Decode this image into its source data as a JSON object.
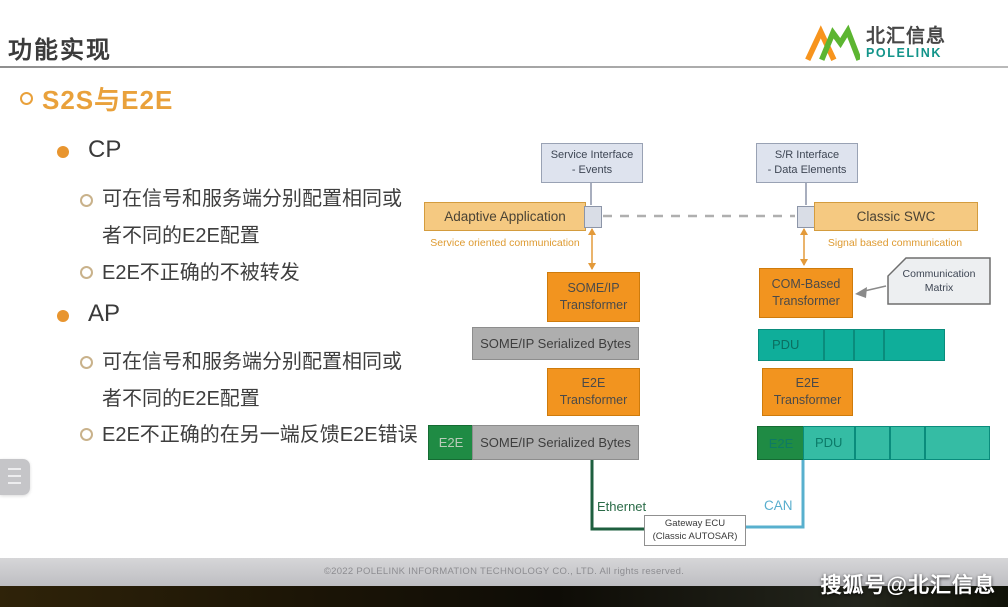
{
  "header": {
    "title": "功能实现",
    "logo_cn": "北汇信息",
    "logo_en": "POLELINK"
  },
  "content": {
    "heading": "S2S与E2E",
    "groups": [
      {
        "label": "CP",
        "items": [
          "可在信号和服务端分别配置相同或\n者不同的E2E配置",
          "E2E不正确的不被转发"
        ]
      },
      {
        "label": "AP",
        "items": [
          "可在信号和服务端分别配置相同或\n者不同的E2E配置",
          "E2E不正确的在另一端反馈E2E错误"
        ]
      }
    ]
  },
  "diagram": {
    "service_interface": "Service Interface\n- Events",
    "sr_interface": "S/R Interface\n- Data Elements",
    "adaptive_application": "Adaptive Application",
    "classic_swc": "Classic SWC",
    "service_oriented_label": "Service oriented communication",
    "signal_based_label": "Signal based communication",
    "someip_transformer": "SOME/IP\nTransformer",
    "com_transformer": "COM-Based\nTransformer",
    "communication_matrix": "Communication\nMatrix",
    "someip_serialized": "SOME/IP Serialized Bytes",
    "pdu": "PDU",
    "e2e_transformer": "E2E\nTransformer",
    "e2e": "E2E",
    "ethernet_label": "Ethernet",
    "can_label": "CAN",
    "gateway": "Gateway ECU\n(Classic AUTOSAR)"
  },
  "footer": {
    "copyright": "©2022 POLELINK INFORMATION TECHNOLOGY CO., LTD. All rights reserved.",
    "watermark": "搜狐号@北汇信息"
  },
  "colors": {
    "accent_orange": "#E9A13B",
    "box_orange": "#F2941F",
    "box_tan": "#F5C981",
    "teal": "#10AE9A",
    "dark_green": "#1F8B44",
    "ethernet_green": "#1E5F3F",
    "can_blue": "#58B0CE"
  }
}
